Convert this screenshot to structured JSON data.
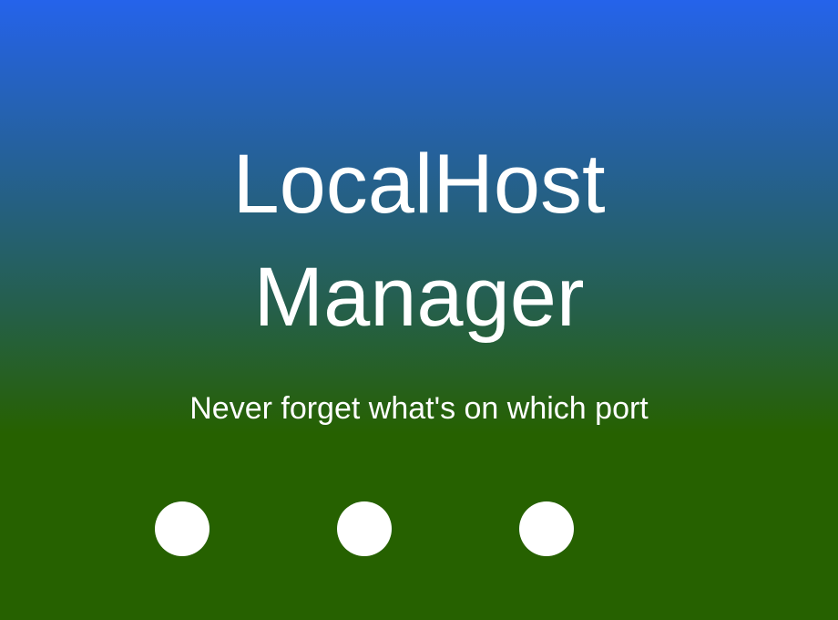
{
  "app": {
    "title_line_1": "LocalHost",
    "title_line_2": "Manager",
    "tagline": "Never forget what's on which port"
  },
  "loading_indicator": {
    "dots": [
      "dot",
      "dot",
      "dot"
    ]
  },
  "colors": {
    "gradient_top": "#2563eb",
    "gradient_mid": "#255f4a",
    "gradient_bottom": "#266100",
    "text": "#ffffff",
    "dot": "#ffffff"
  }
}
